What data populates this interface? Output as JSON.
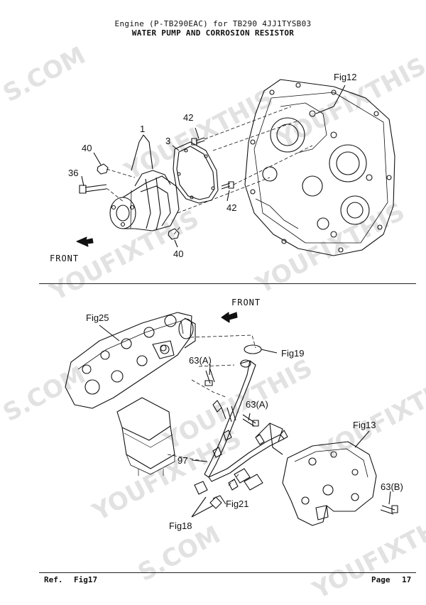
{
  "header": {
    "line1": "Engine  (P-TB290EAC)  for TB290  4JJ1TYSB03",
    "line2": "WATER PUMP AND CORROSION RESISTOR"
  },
  "watermark": {
    "text1": "YOUFIXTHIS",
    "text2": "S.COM"
  },
  "upper": {
    "fig12": "Fig12",
    "p1": "1",
    "p3": "3",
    "p42a": "42",
    "p42b": "42",
    "p40a": "40",
    "p40b": "40",
    "p36": "36",
    "front": "FRONT"
  },
  "lower": {
    "front": "FRONT",
    "fig25": "Fig25",
    "fig19": "Fig19",
    "fig13": "Fig13",
    "fig21": "Fig21",
    "fig18": "Fig18",
    "p63a1": "63(A)",
    "p63a2": "63(A)",
    "p63b": "63(B)",
    "p97": "97"
  },
  "footer": {
    "ref_label": "Ref.",
    "ref_value": "Fig17",
    "page_label": "Page",
    "page_value": "17"
  }
}
